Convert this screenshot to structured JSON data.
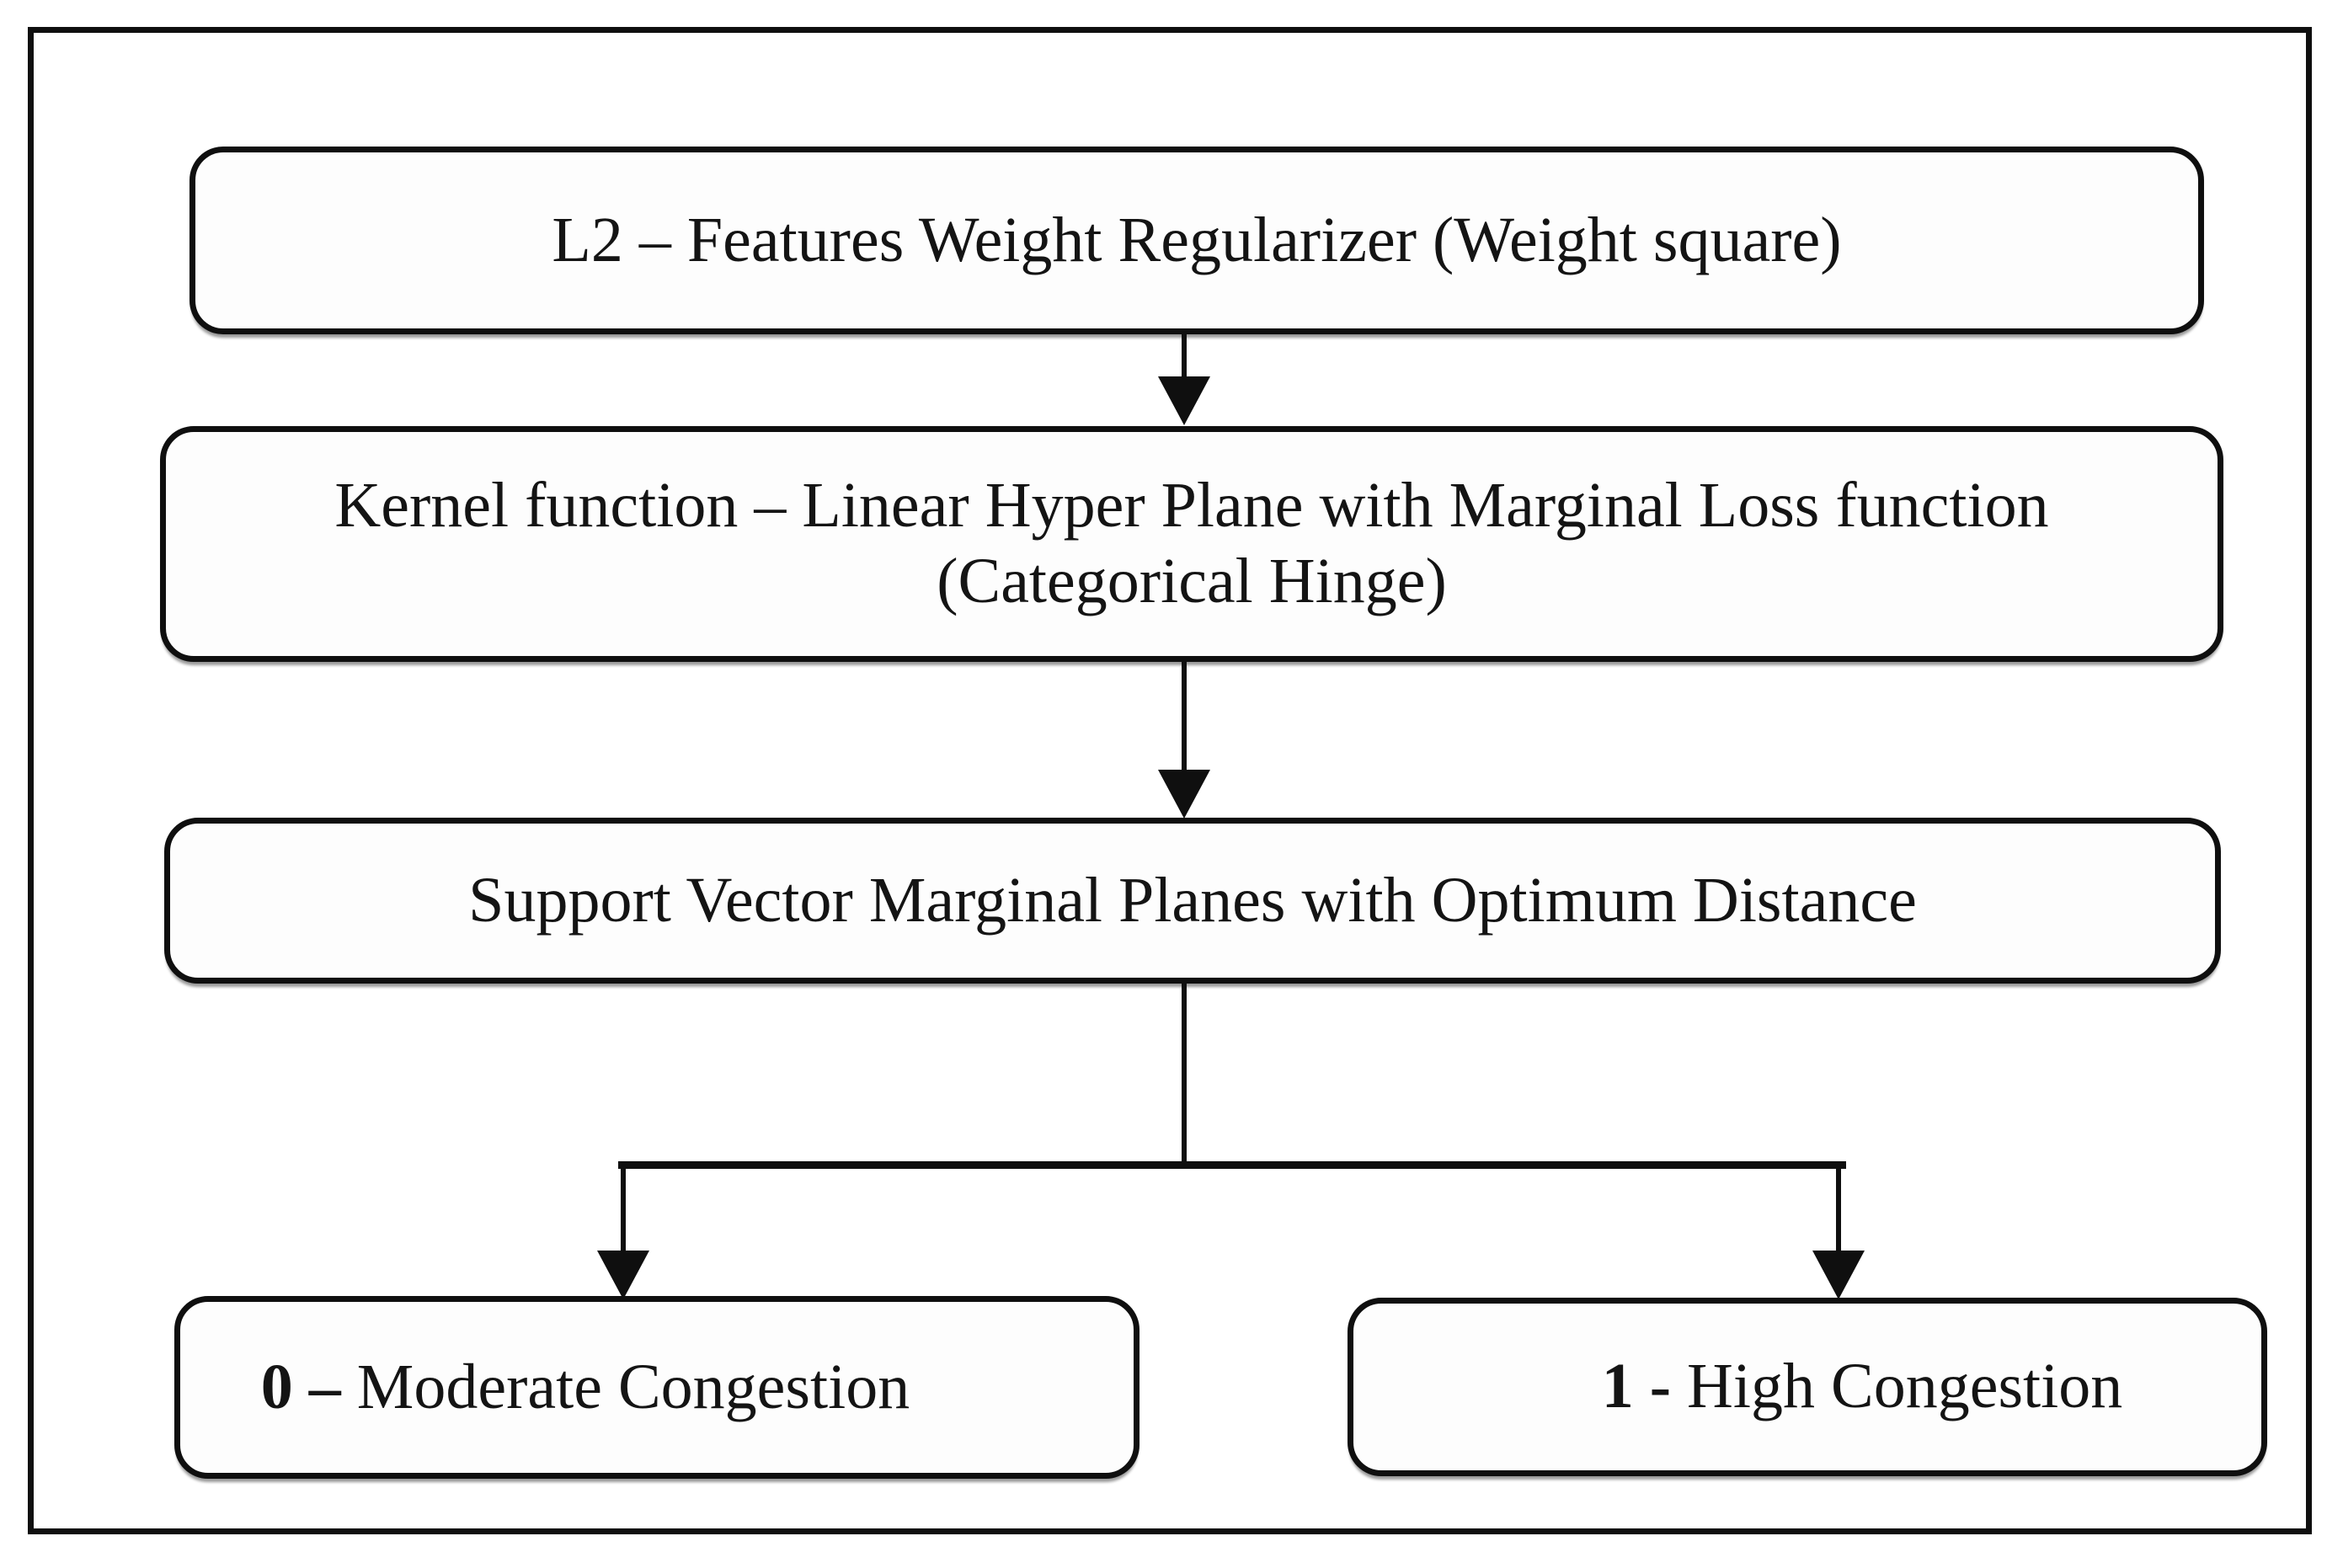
{
  "nodes": {
    "regularizer": {
      "label": "L2 – Features Weight Regularizer (Weight square)"
    },
    "kernel": {
      "line1": "Kernel function – Linear Hyper Plane with Marginal Loss function",
      "line2": "(Categorical Hinge)"
    },
    "svm": {
      "label": "Support Vector Marginal Planes with Optimum Distance"
    },
    "moderate": {
      "value": "0",
      "separator": "–",
      "label": "Moderate Congestion"
    },
    "high": {
      "value": "1",
      "separator": "-",
      "label": "High Congestion"
    }
  },
  "colors": {
    "line": "#0f0f0f",
    "box_fill": "#fdfdfd",
    "background": "#ffffff",
    "text": "#141414"
  }
}
